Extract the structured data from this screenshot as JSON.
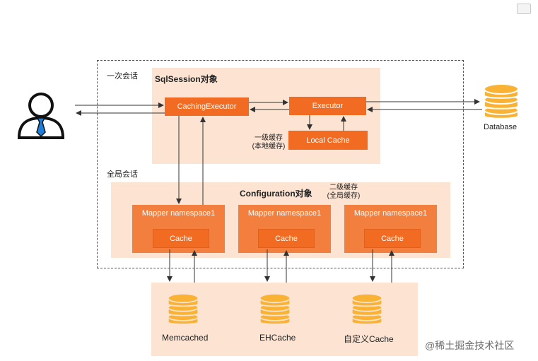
{
  "outer_label": "一次会话",
  "global_label": "全局会话",
  "sqlsession": {
    "title": "SqlSession对象",
    "caching_executor": "CachingExecutor",
    "executor": "Executor",
    "local_cache": "Local Cache",
    "first_level_cache": "一级缓存",
    "first_level_cache_note": "(本地缓存)"
  },
  "configuration": {
    "title": "Configuration对象",
    "second_level_cache": "二级缓存",
    "second_level_cache_note": "(全局缓存)",
    "mappers": [
      {
        "title": "Mapper namespace1",
        "cache": "Cache"
      },
      {
        "title": "Mapper namespace1",
        "cache": "Cache"
      },
      {
        "title": "Mapper namespace1",
        "cache": "Cache"
      }
    ]
  },
  "database": "Database",
  "stores": [
    "Memcached",
    "EHCache",
    "自定义Cache"
  ],
  "watermark": "@稀土掘金技术社区",
  "colors": {
    "orange": "#f26b22",
    "peach": "#fde3d2",
    "db_yellow": "#f9b233"
  }
}
